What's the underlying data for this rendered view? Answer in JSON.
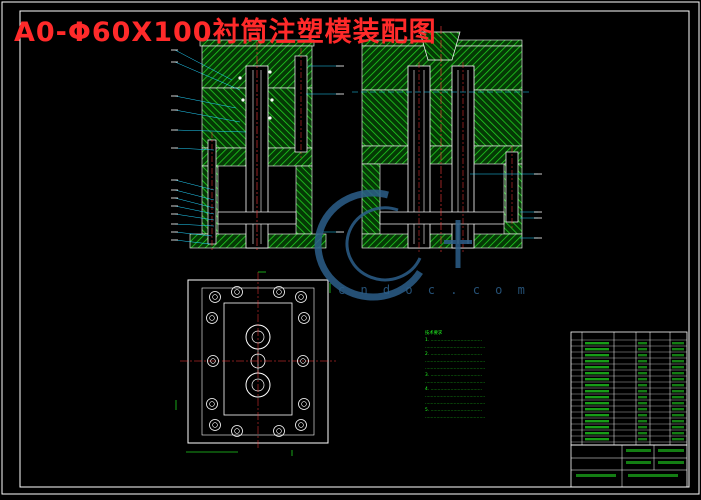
{
  "title": "A0-Φ60X100衬筒注塑模装配图",
  "watermark": "c n d o c . c o m",
  "colors": {
    "background": "#000000",
    "frame": "#ffffff",
    "outline": "#ffffff",
    "hatch": "#1fd01f",
    "leader": "#22d4ff",
    "centerline": "#ff3b3b",
    "title": "#ff2a2a",
    "watermark": "#2c5f8a"
  },
  "tech_notes": [
    "技术要求",
    "1. ………………………………",
    "……………………………………",
    "2. ………………………………",
    "……………………………………",
    "……………………………………",
    "3. ………………………………",
    "……………………………………",
    "4. ………………………………",
    "……………………………………",
    "……………………………………",
    "5. ………………………………",
    "……………………………………"
  ]
}
